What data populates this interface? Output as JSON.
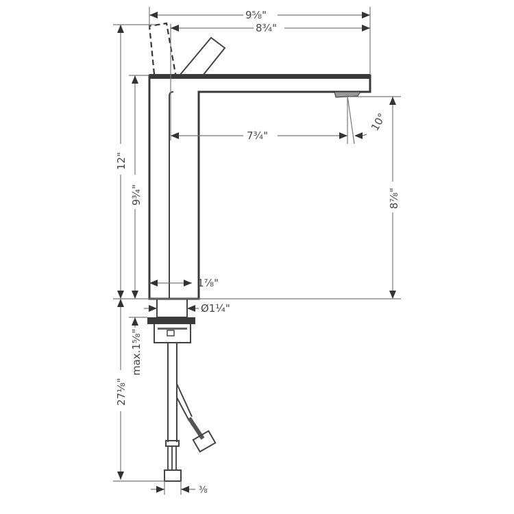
{
  "title": "Faucet technical dimension drawing",
  "colors": {
    "line": "#3a3a3a",
    "dim_line": "#777777",
    "text": "#444444",
    "background": "#ffffff"
  },
  "dimensions": {
    "overall_width": "9⅝\"",
    "spout_reach_from_handle": "8¾\"",
    "spout_reach_from_body": "7¾\"",
    "spout_angle": "10°",
    "overall_height": "12\"",
    "body_height": "9¾\"",
    "spout_height": "8⅞\"",
    "body_width": "1⅞\"",
    "shank_diameter": "Ø1¼\"",
    "max_deck_thickness": "max.1⅝\"",
    "hose_length": "27⅛\"",
    "connection_size": "⅜"
  },
  "components": [
    "body",
    "spout",
    "lever-handle",
    "lever-handle-open-position",
    "aerator",
    "mounting-shank",
    "mounting-nut",
    "supply-hose-straight",
    "supply-hose-angled"
  ]
}
